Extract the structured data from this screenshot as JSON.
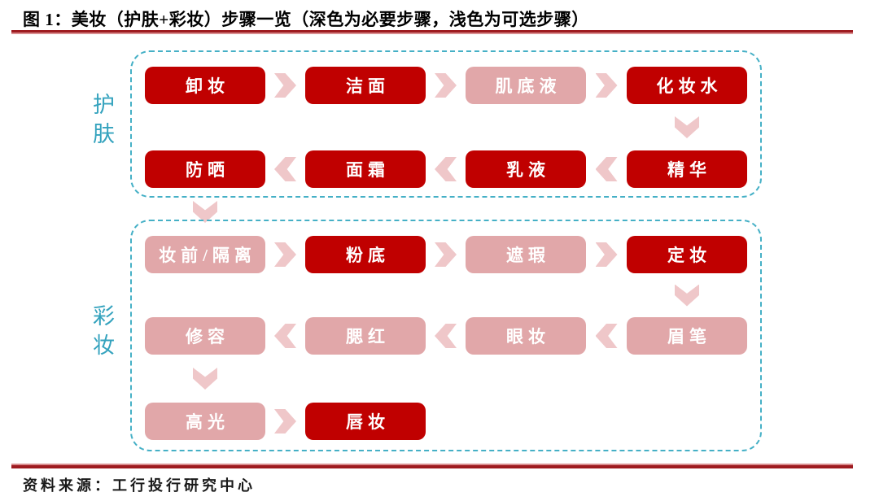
{
  "title": "图 1：美妆（护肤+彩妆）步骤一览（深色为必要步骤，浅色为可选步骤）",
  "source": "资料来源：工行投行研究中心",
  "colors": {
    "required_step": "#C00000",
    "optional_step": "#E1A7A9",
    "arrow": "#EFC7C9",
    "frame_border": "#45B0C6",
    "section_label": "#35A3BE",
    "rule_dark": "#9E1B20",
    "rule_light": "#D98C8E",
    "step_text": "#FFFFFF"
  },
  "legend": {
    "dark": "必要步骤",
    "light": "可选步骤"
  },
  "sections": [
    {
      "id": "skincare",
      "label": "护肤",
      "rows": [
        {
          "direction": "right",
          "steps": [
            {
              "label": "卸妆",
              "type": "required"
            },
            {
              "label": "洁面",
              "type": "required"
            },
            {
              "label": "肌底液",
              "type": "optional"
            },
            {
              "label": "化妆水",
              "type": "required"
            }
          ]
        },
        {
          "direction": "left",
          "steps": [
            {
              "label": "防晒",
              "type": "required"
            },
            {
              "label": "面霜",
              "type": "required"
            },
            {
              "label": "乳液",
              "type": "required"
            },
            {
              "label": "精华",
              "type": "required"
            }
          ]
        }
      ]
    },
    {
      "id": "makeup",
      "label": "彩妆",
      "rows": [
        {
          "direction": "right",
          "steps": [
            {
              "label": "妆前/隔离",
              "type": "optional"
            },
            {
              "label": "粉底",
              "type": "required"
            },
            {
              "label": "遮瑕",
              "type": "optional"
            },
            {
              "label": "定妆",
              "type": "required"
            }
          ]
        },
        {
          "direction": "left",
          "steps": [
            {
              "label": "修容",
              "type": "optional"
            },
            {
              "label": "腮红",
              "type": "optional"
            },
            {
              "label": "眼妆",
              "type": "optional"
            },
            {
              "label": "眉笔",
              "type": "optional"
            }
          ]
        },
        {
          "direction": "right",
          "steps": [
            {
              "label": "高光",
              "type": "optional"
            },
            {
              "label": "唇妆",
              "type": "required"
            }
          ]
        }
      ]
    }
  ]
}
